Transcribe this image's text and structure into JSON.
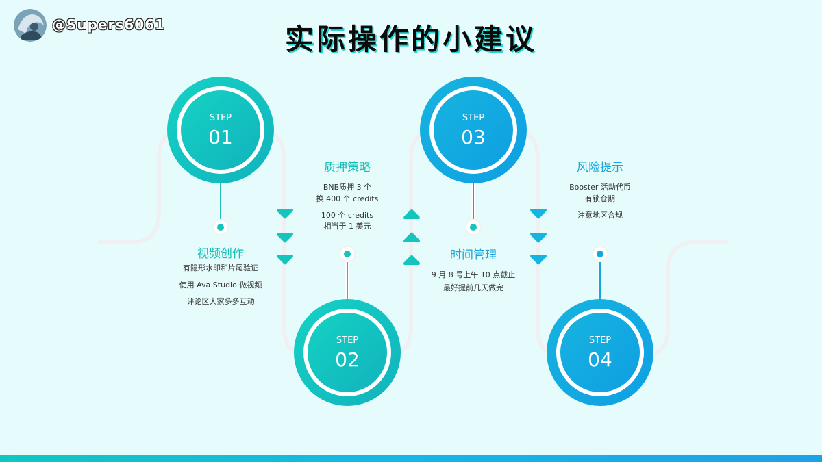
{
  "header": {
    "handle": "@Supers6061",
    "title": "实际操作的小建议"
  },
  "steps": [
    {
      "step_label": "STEP",
      "number": "01",
      "heading": "视频创作",
      "lines": [
        "有隐形水印和片尾验证",
        "使用 Ava Studio 做视频",
        "评论区大家多多互动"
      ]
    },
    {
      "step_label": "STEP",
      "number": "02",
      "heading": "质押策略",
      "lines": [
        "BNB质押 3 个",
        "换 400 个 credits",
        "100 个 credits",
        "相当于 1 美元"
      ]
    },
    {
      "step_label": "STEP",
      "number": "03",
      "heading": "时间管理",
      "lines": [
        "9 月 8 号上午 10 点截止",
        "最好提前几天做完"
      ]
    },
    {
      "step_label": "STEP",
      "number": "04",
      "heading": "风险提示",
      "lines": [
        "Booster 活动代币",
        "有锁仓期",
        "注意地区合规"
      ]
    }
  ],
  "colors": {
    "teal": "#16c4be",
    "blue": "#12a8e0",
    "track": "#f2f2f4",
    "background": "#e6fcfc",
    "heading_teal": "#13bdb6",
    "heading_blue": "#1aa6dc"
  },
  "icons": {
    "arrows_down": "triangle-down-icon",
    "arrows_up": "triangle-up-icon",
    "avatar": "avatar-image"
  }
}
